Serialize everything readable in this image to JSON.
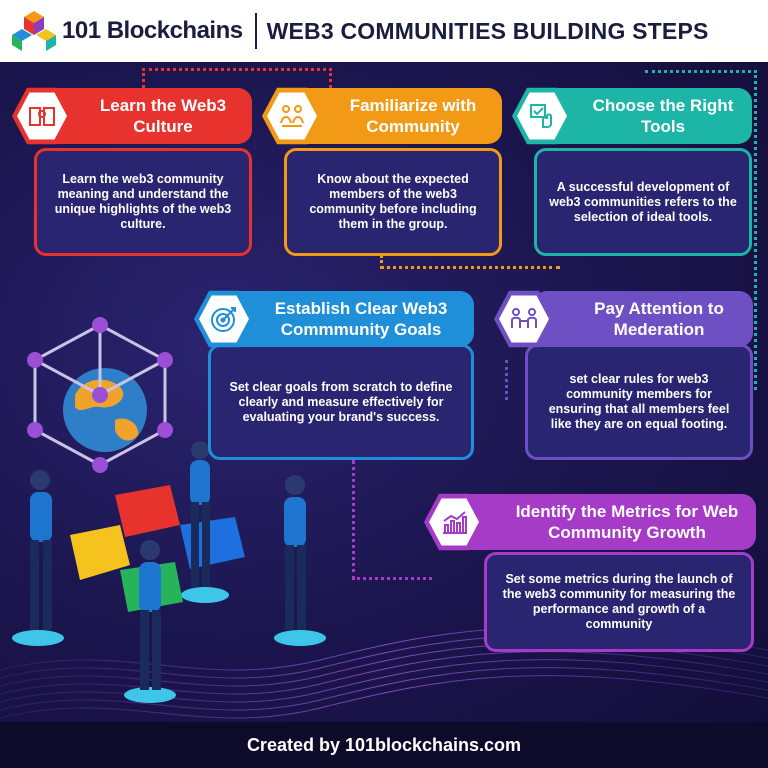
{
  "header": {
    "brand": "101 Blockchains",
    "title": "WEB3 COMMUNITIES BUILDING STEPS"
  },
  "footer": {
    "credit": "Created by 101blockchains.com"
  },
  "colors": {
    "red": "#e8322e",
    "orange": "#f29a16",
    "teal": "#1db5a6",
    "blue": "#1e8fd8",
    "purple": "#6f4fc4",
    "magenta": "#a63bc7",
    "card_bg": "#2a2570"
  },
  "steps": [
    {
      "title": "Learn the Web3 Culture",
      "text": "Learn the web3 community meaning and understand the unique highlights of the web3 culture.",
      "icon": "book-icon"
    },
    {
      "title": "Familiarize with Community",
      "text": "Know about the expected members of the web3 community before including them in the group.",
      "icon": "community-icon"
    },
    {
      "title": "Choose the Right Tools",
      "text": "A successful development of web3 communities refers to the selection of ideal tools.",
      "icon": "checklist-icon"
    },
    {
      "title": "Establish Clear Web3 Commmunity Goals",
      "text": "Set clear goals from scratch to define clearly and measure effectively for evaluating your brand's success.",
      "icon": "target-icon"
    },
    {
      "title": "Pay Attention to Mederation",
      "text": "set clear rules for web3 community members for ensuring that all members feel like they are on equal footing.",
      "icon": "meeting-icon"
    },
    {
      "title": "Identify the Metrics for Web Community Growth",
      "text": "Set some metrics during the launch of the web3 community for measuring the performance and growth of a community",
      "icon": "chart-icon"
    }
  ]
}
